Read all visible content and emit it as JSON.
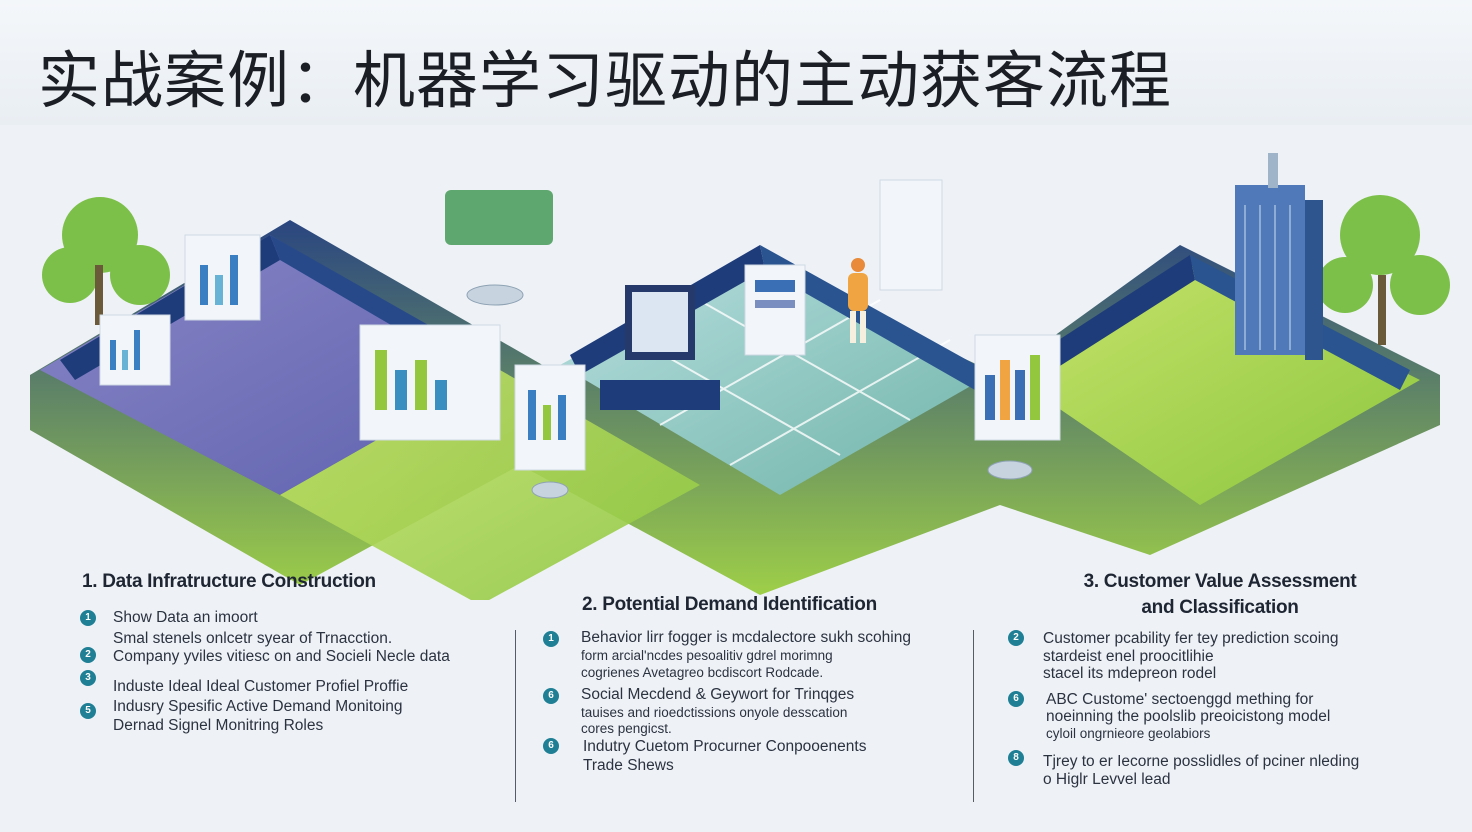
{
  "title": "实战案例：机器学习驱动的主动获客流程",
  "sections": [
    {
      "heading": "1. Data Infratructure Construction",
      "items": [
        {
          "num": "1",
          "lines": [
            "Show Data an imoort"
          ]
        },
        {
          "num": "",
          "lines": [
            "Smal stenels onlcetr syear of Trnacction."
          ]
        },
        {
          "num": "2",
          "lines": [
            "Company yviles vitiesc on and Socieli Necle data"
          ]
        },
        {
          "num": "3",
          "lines": []
        },
        {
          "num": "",
          "lines": [
            "Induste Ideal Ideal Customer Profiel Proffie"
          ]
        },
        {
          "num": "5",
          "lines": [
            "Indusry Spesific Active Demand Monitoing",
            "Dernad Signel Monitring Roles"
          ]
        }
      ]
    },
    {
      "heading": "2. Potential Demand Identification",
      "items": [
        {
          "num": "1",
          "lines": [
            "Behavior lirr fogger  is mcdalectore sukh scohing",
            "form arcial'ncdes pesoalitiv gdrel morimng",
            "cogrienes Avetagreo bcdiscort Rodcade."
          ]
        },
        {
          "num": "6",
          "lines": [
            "Social Mecdend & Geywort for Trinqges",
            "tauises and rioedctissions onyole desscation",
            "cores pengicst."
          ]
        },
        {
          "num": "6",
          "lines": [
            "Indutry Cuetom Procurner Conpooenents",
            "Trade Shews"
          ]
        }
      ]
    },
    {
      "heading": "3. Customer Value Assessment\nand Classification",
      "heading_lines": [
        "3. Customer Value Assessment",
        "and Classification"
      ],
      "items": [
        {
          "num": "2",
          "lines": [
            "Customer pcability fer tey prediction scoing",
            "stardeist enel proocitlihie",
            "stacel its mdepreon rodel"
          ]
        },
        {
          "num": "6",
          "lines": [
            "ABC Custome' sectoenggd mething for",
            "noeinning the poolslib preoicistong model",
            "cyloil ongrnieore geolabiors"
          ]
        },
        {
          "num": "8",
          "lines": [
            "Tjrey to er Iecorne posslidles of pciner nleding",
            "o Higlr Levvel lead"
          ]
        }
      ]
    }
  ],
  "colors": {
    "navy_wall": "#1f3c7a",
    "lime_floor": "#a8d33a",
    "teal_accent": "#1f7f95",
    "purple_floor": "#6a6bb3",
    "tree_green": "#7cc04a"
  }
}
